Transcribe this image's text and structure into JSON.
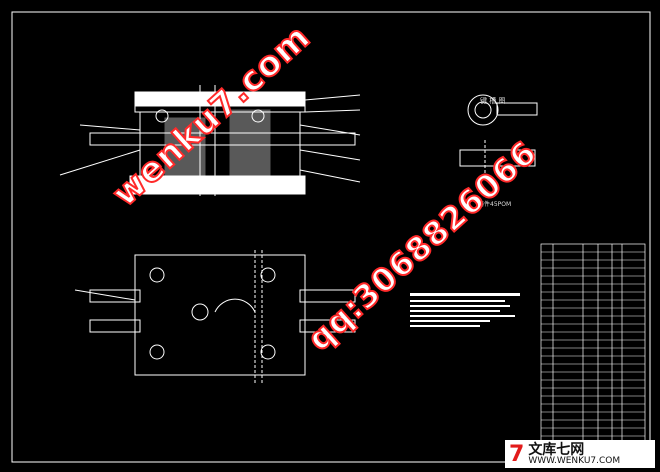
{
  "drawing": {
    "title_small": "键 槽 图",
    "caption_small": "铸件45POM"
  },
  "watermarks": {
    "site": "wenku7.com",
    "qq": "qq:3068826066"
  },
  "logo": {
    "mark": "7",
    "cn": "文库七网",
    "url": "WWW.WENKU7.COM"
  },
  "colors": {
    "background": "#000000",
    "line": "#ffffff",
    "watermark_stroke": "#ff2a2a",
    "logo_red": "#e21b1b"
  }
}
